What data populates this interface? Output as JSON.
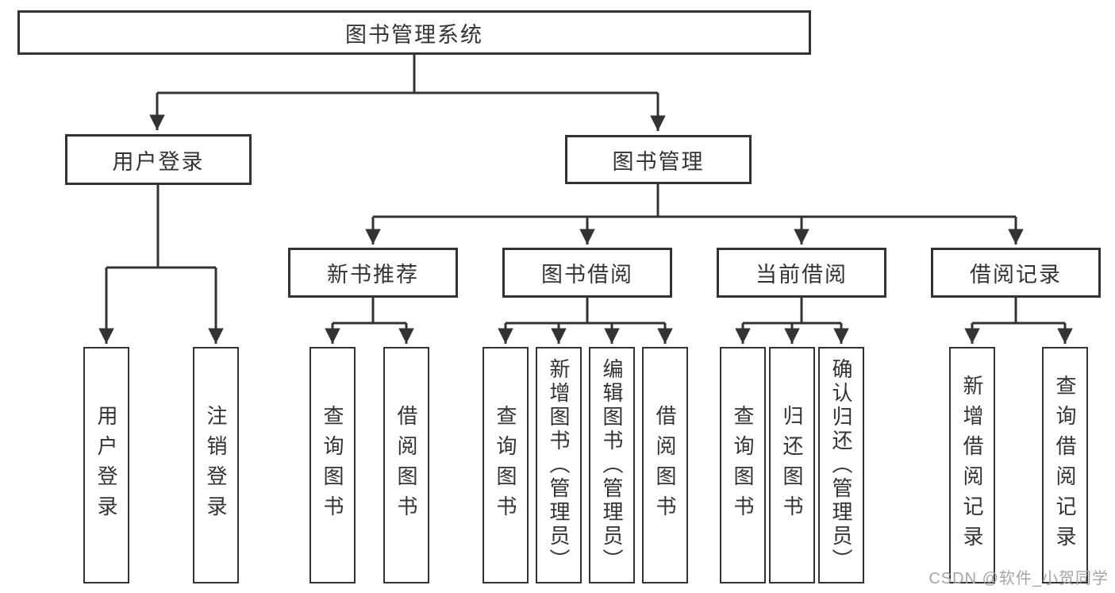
{
  "diagram": {
    "title": "图书管理系统",
    "level2": {
      "user_login": "用户登录",
      "book_management": "图书管理"
    },
    "level3": {
      "new_book_recommendation": "新书推荐",
      "book_borrowing": "图书借阅",
      "current_borrowing": "当前借阅",
      "borrowing_records": "借阅记录"
    },
    "leaves": {
      "user": [
        "用户登录",
        "注销登录"
      ],
      "recommend": [
        "查询图书",
        "借阅图书"
      ],
      "borrow": [
        "查询图书",
        "新增图书（管理员）",
        "编辑图书（管理员）",
        "借阅图书"
      ],
      "current": [
        "查询图书",
        "归还图书",
        "确认归还（管理员）"
      ],
      "records": [
        "新增借阅记录",
        "查询借阅记录"
      ]
    }
  },
  "watermark": {
    "text": "CSDN @软件_小贺同学"
  },
  "colors": {
    "line": "#333333",
    "text": "#333333",
    "box_background": "#ffffff",
    "watermark": "#a6a6a6"
  }
}
